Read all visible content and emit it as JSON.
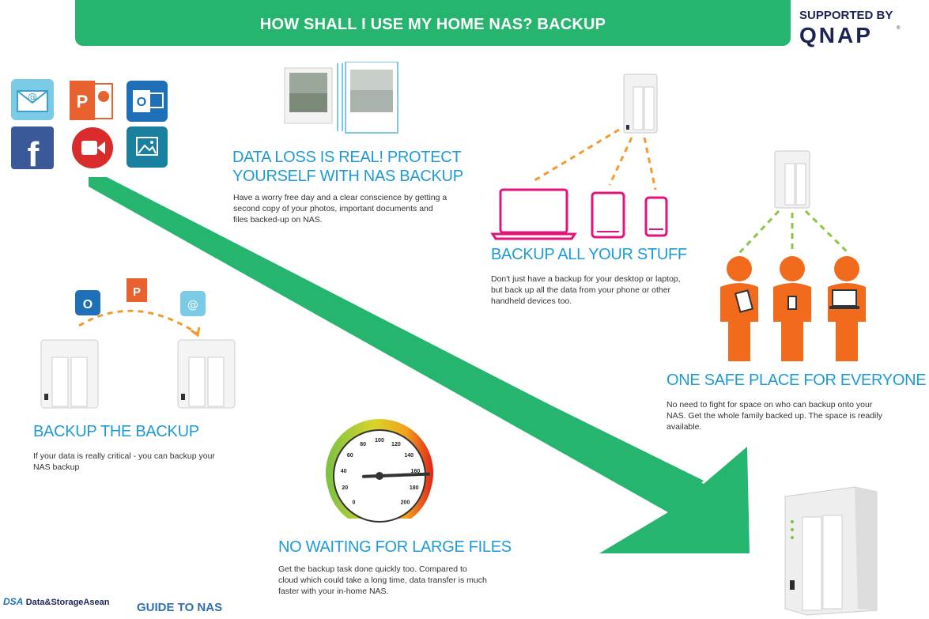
{
  "header": {
    "title": "HOW SHALL I USE MY HOME NAS? BACKUP",
    "supported_by": "SUPPORTED BY",
    "brand": "QNAP"
  },
  "sections": {
    "data_loss": {
      "title_line1": "DATA LOSS IS REAL! PROTECT",
      "title_line2": "YOURSELF WITH NAS BACKUP",
      "body_line1": "Have a worry free day and a clear conscience by getting a",
      "body_line2": "second copy of your photos, important documents and",
      "body_line3": "files backed-up on NAS."
    },
    "backup_all": {
      "title": "BACKUP ALL YOUR STUFF",
      "body_line1": "Don't just have a backup for your desktop or laptop,",
      "body_line2": "but back up all the data from your phone or other",
      "body_line3": "handheld devices too."
    },
    "one_safe_place": {
      "title": "ONE SAFE PLACE FOR EVERYONE",
      "body_line1": "No need to fight for space on who can backup onto your",
      "body_line2": "NAS. Get the whole family backed up. The space is readily",
      "body_line3": "available."
    },
    "backup_the_backup": {
      "title": "BACKUP THE BACKUP",
      "body_line1": "If your data is really critical - you can backup your",
      "body_line2": "NAS backup"
    },
    "no_waiting": {
      "title": "NO WAITING FOR LARGE FILES",
      "body_line1": "Get the backup task done quickly too. Compared to",
      "body_line2": "cloud which could take a long time, data transfer is much",
      "body_line3": "faster with your in-home NAS."
    }
  },
  "speedometer": {
    "ticks": [
      "0",
      "20",
      "40",
      "60",
      "80",
      "100",
      "120",
      "140",
      "160",
      "180",
      "200"
    ],
    "needle_value": 165
  },
  "footer": {
    "logo_text": "Data&StorageAsean",
    "logo_mark": "DSA",
    "guide": "GUIDE TO NAS"
  },
  "icons": [
    "email-icon",
    "powerpoint-icon",
    "outlook-icon",
    "facebook-icon",
    "video-icon",
    "photo-icon"
  ],
  "colors": {
    "green": "#26b56f",
    "blue": "#1e9ad6",
    "orange": "#f26a1b",
    "magenta": "#e4137b",
    "dashed_orange": "#f39a2e",
    "dashed_green": "#8cc63f"
  }
}
